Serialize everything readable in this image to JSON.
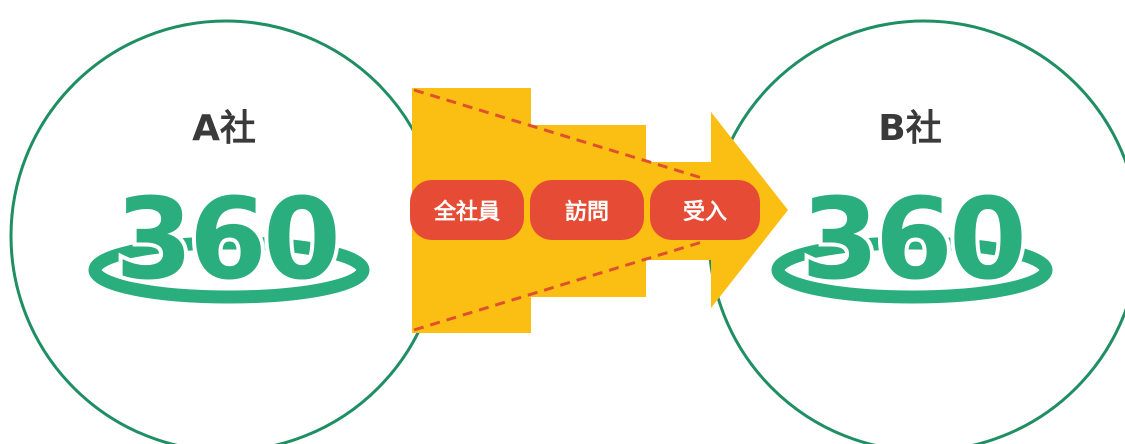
{
  "colors": {
    "circle_stroke": "#1f8f63",
    "score_green": "#2bae7e",
    "label_gray": "#3a3a3a",
    "arrow_yellow": "#fbbe12",
    "dash_red": "#e0502e",
    "pill_red": "#e64b35",
    "pill_text": "#ffffff"
  },
  "left_company": {
    "label": "A社",
    "score": "360"
  },
  "right_company": {
    "label": "B社",
    "score": "360"
  },
  "steps": [
    {
      "label": "全社員"
    },
    {
      "label": "訪問"
    },
    {
      "label": "受入"
    }
  ]
}
